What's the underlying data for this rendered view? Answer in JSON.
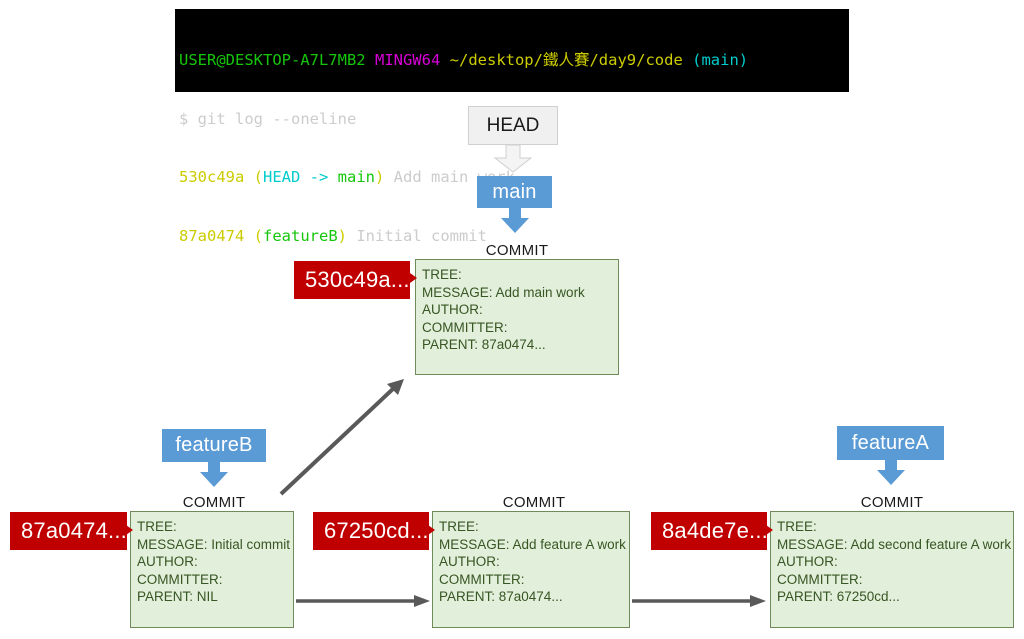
{
  "terminal": {
    "prompt_user": "USER@DESKTOP-A7L7MB2",
    "prompt_shell": "MINGW64",
    "prompt_path": "~/desktop/鐵人賽/day9/code",
    "prompt_branch": "(main)",
    "command_prefix": "$ ",
    "command": "git log --oneline",
    "log": [
      {
        "hash": "530c49a",
        "open_paren": " (",
        "head": "HEAD -> ",
        "ref": "main",
        "close_paren": ") ",
        "message": "Add main work"
      },
      {
        "hash": "87a0474",
        "open_paren": " (",
        "head": "",
        "ref": "featureB",
        "close_paren": ") ",
        "message": "Initial commit"
      }
    ],
    "colors": {
      "background": "#000000",
      "user": "#16c60c",
      "shell": "#d800d8",
      "path": "#cccc00",
      "branch": "#00cccc",
      "hash": "#cccc00",
      "ref": "#16c60c",
      "message": "#cccccc"
    }
  },
  "diagram": {
    "head": {
      "label": "HEAD"
    },
    "branches": {
      "main": "main",
      "featureB": "featureB",
      "featureA": "featureA"
    },
    "commit_caption": "COMMIT",
    "colors": {
      "branch_blue": "#5b9bd5",
      "commit_fill": "#e2efda",
      "commit_border": "#6f8b5b",
      "commit_text": "#375623",
      "hash_red": "#c00000",
      "arrow_gray": "#595959",
      "head_fill": "#f0f0f0"
    },
    "hashes": {
      "main_commit": "530c49a...",
      "initial_commit": "87a0474...",
      "featureA_first": "67250cd...",
      "featureA_second": "8a4de7e..."
    },
    "commits": {
      "main_commit": {
        "tree": "TREE:",
        "message": "MESSAGE: Add main work",
        "author": "AUTHOR:",
        "committer": "COMMITTER:",
        "parent": "PARENT: 87a0474..."
      },
      "initial_commit": {
        "tree": "TREE:",
        "message": "MESSAGE: Initial commit",
        "author": "AUTHOR:",
        "committer": "COMMITTER:",
        "parent": "PARENT: NIL"
      },
      "featureA_first": {
        "tree": "TREE:",
        "message": "MESSAGE: Add feature A work",
        "author": "AUTHOR:",
        "committer": "COMMITTER:",
        "parent": "PARENT: 87a0474..."
      },
      "featureA_second": {
        "tree": "TREE:",
        "message": "MESSAGE: Add second feature A work",
        "author": "AUTHOR:",
        "committer": "COMMITTER:",
        "parent": "PARENT: 67250cd..."
      }
    }
  }
}
